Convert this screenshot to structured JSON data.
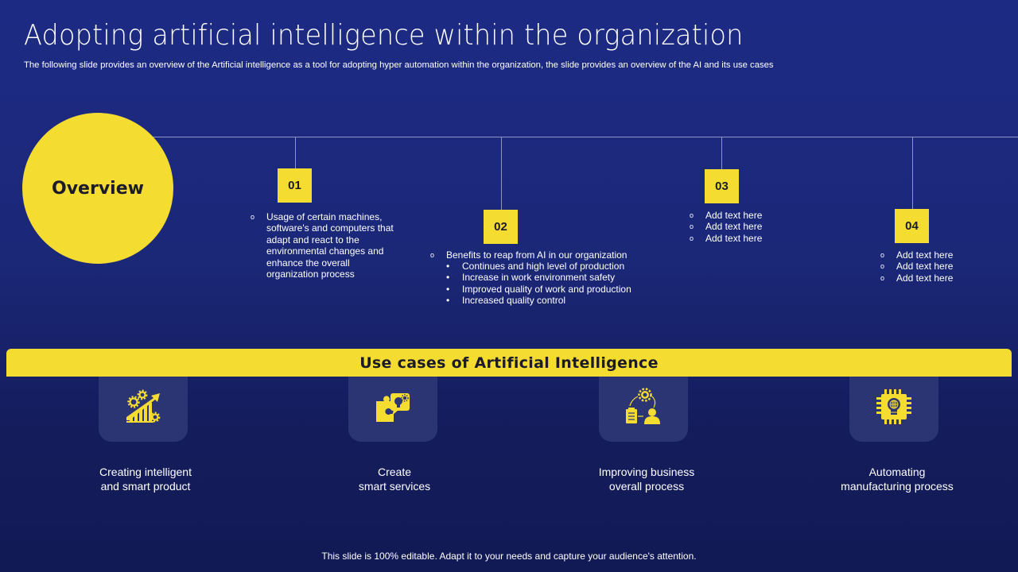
{
  "slide": {
    "title": "Adopting artificial intelligence within the organization",
    "subtitle": "The following slide provides an overview of the Artificial intelligence as a tool for adopting hyper automation within the organization, the slide provides an overview of the AI and its use cases",
    "footer": "This slide is 100% editable. Adapt it to your needs and capture your audience's attention."
  },
  "overview": {
    "label": "Overview",
    "steps": [
      {
        "number": "01",
        "bullets": [
          "Usage of certain machines, software's and computers that adapt and react to the environmental changes and enhance the overall organization process"
        ]
      },
      {
        "number": "02",
        "bullets": [
          "Benefits to reap from AI in our organization"
        ],
        "sub_bullets": [
          "Continues and high level of production",
          "Increase in work environment safety",
          "Improved quality of work and production",
          "Increased quality control"
        ]
      },
      {
        "number": "03",
        "bullets": [
          "Add text here",
          "Add text here",
          "Add text here"
        ]
      },
      {
        "number": "04",
        "bullets": [
          "Add text here",
          "Add text here",
          "Add text here"
        ]
      }
    ]
  },
  "use_cases": {
    "heading": "Use cases of Artificial Intelligence",
    "items": [
      {
        "icon": "growth-chart-gears-icon",
        "line1": "Creating intelligent",
        "line2": "and smart product"
      },
      {
        "icon": "puzzle-lightbulb-icon",
        "line1": "Create",
        "line2": "smart services"
      },
      {
        "icon": "process-cycle-person-icon",
        "line1": "Improving business",
        "line2": "overall process"
      },
      {
        "icon": "chip-lightbulb-icon",
        "line1": "Automating",
        "line2": "manufacturing process"
      }
    ]
  },
  "colors": {
    "background": "#1b2878",
    "accent_yellow": "#f5dc31",
    "tile": "#2b3574",
    "connector_line": "#8c95c4",
    "dark_text": "#1b1b2a"
  }
}
